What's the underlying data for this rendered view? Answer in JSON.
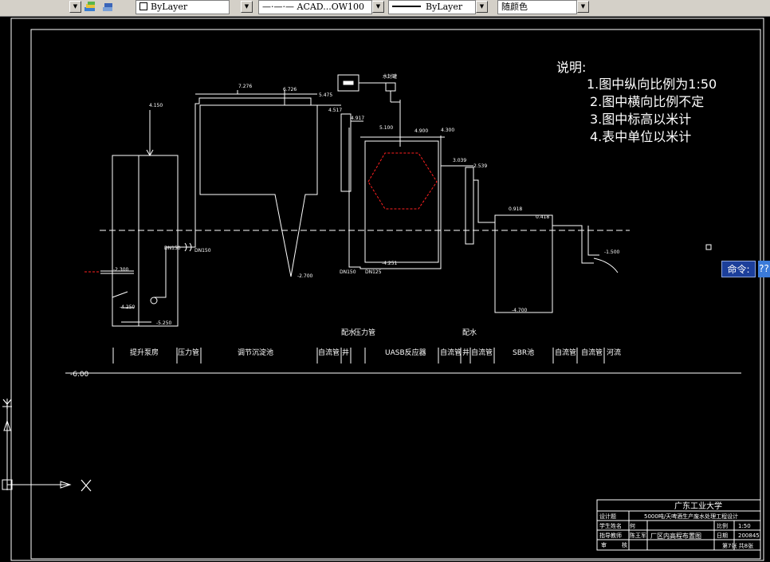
{
  "toolbar": {
    "layer_combo": "ByLayer",
    "linetype_combo": "ACAD...OW100",
    "lineweight_combo": "ByLayer",
    "color_combo": "随颜色"
  },
  "notes": {
    "title": "说明:",
    "lines": [
      "1.图中纵向比例为1:50",
      "2.图中横向比例不定",
      "3.图中标高以米计",
      "4.表中单位以米计"
    ]
  },
  "elevations": {
    "e_4150": "4.150",
    "e_7276": "7.276",
    "e_6726": "6.726",
    "e_5475": "5.475",
    "e_4517": "4.517",
    "e_4917": "4.917",
    "e_5100": "5.100",
    "e_4900": "4.900",
    "e_4300": "4.300",
    "e_3039": "3.039",
    "e_2539": "2.539",
    "e_0918": "0.918",
    "e_0418": "0.418",
    "e_n1500": "-1.500",
    "e_n2300": "-2.300",
    "e_n2700": "-2.700",
    "e_n4250": "-4.250",
    "e_n4251": "-4.251",
    "e_n5250": "-5.250",
    "e_n4700": "-4.700",
    "e_n6000": "-6.00",
    "dn150_a": "DN150",
    "dn150_b": "DN150",
    "dn150_c": "DN150",
    "dn125": "DN125",
    "water_tank": "水封罐"
  },
  "sections": {
    "pump_room": "提升泵房",
    "pressure_pipe_1": "压力管",
    "reg_tank": "调节沉淀池",
    "gravity_1": "自流管",
    "well_1": "井",
    "dist_well_1": "配水",
    "pressure_pipe_2": "压力管",
    "uasb": "UASB反应器",
    "gravity_2": "自流管",
    "well_2": "井",
    "dist_well_2": "配水",
    "gravity_3": "自流管",
    "sbr": "SBR池",
    "gravity_4": "自流管",
    "gravity_5": "自流管",
    "river": "河流"
  },
  "title_block": {
    "school": "广东工业大学",
    "project": "5000吨/天啤酒生产废水处理工程设计",
    "row_design": "设计题",
    "row_student": "学生姓名",
    "student_name": "何",
    "row_advisor": "指导教师",
    "advisor_name": "陈王军",
    "row_review": "审",
    "row_review_2": "核",
    "drawing_name": "厂区内高程布置图",
    "scale_label": "比例",
    "scale_value": "1:50",
    "date_label": "日期",
    "date_value": "200845",
    "sheet": "第7张 共8张"
  },
  "ucs": {
    "x_label": "X",
    "y_label": "Y"
  },
  "command": {
    "label": "命令:",
    "input": "??"
  },
  "colors": {
    "red_pipe": "#ff2020",
    "toolbar_bg": "#d4d0c8",
    "cmd_bg": "#1c3f9a"
  }
}
